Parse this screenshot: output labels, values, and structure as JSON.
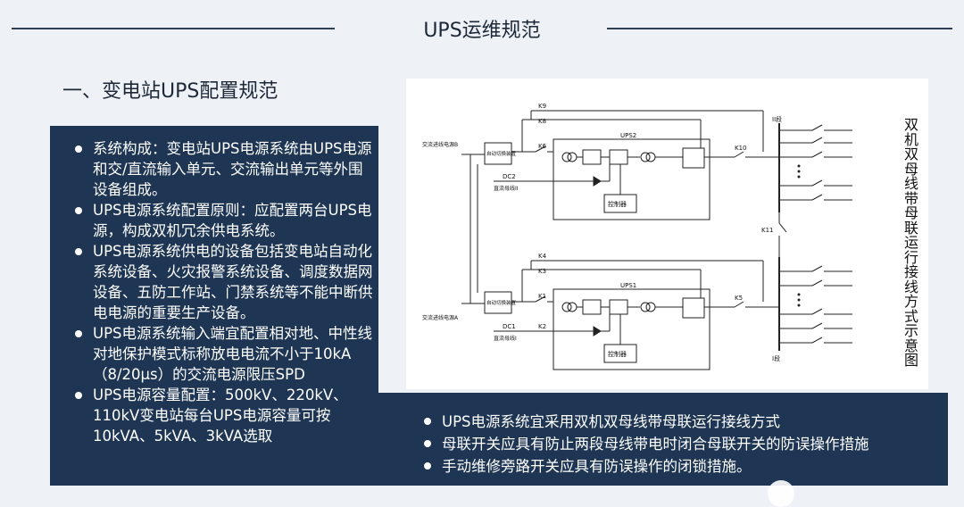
{
  "header": {
    "title": "UPS运维规范"
  },
  "section": {
    "heading": "一、变电站UPS配置规范"
  },
  "left_bullets": [
    {
      "text": "系统构成：变电站UPS电源系统由UPS电源和交/直流输入单元、交流输出单元等外围设备组成。"
    },
    {
      "text": "UPS电源系统配置原则：应配置两台UPS电源，构成双机冗余供电系统。"
    },
    {
      "text": "UPS电源系统供电的设备包括变电站自动化系统设备、火灾报警系统设备、调度数据网设备、五防工作站、门禁系统等不能中断供电电源的重要生产设备。"
    },
    {
      "text": "UPS电源系统输入端宜配置相对地、中性线对地保护模式标称放电电流不小于10kA（8/20μs）的交流电源限压SPD"
    },
    {
      "text": "UPS电源容量配置：500kV、220kV、110kV变电站每台UPS电源容量可按10kVA、5kVA、3kVA选取"
    }
  ],
  "bottom_bullets": [
    {
      "text": "UPS电源系统宜采用双机双母线带母联运行接线方式"
    },
    {
      "text": "母联开关应具有防止两段母线带电时闭合母联开关的防误操作措施"
    },
    {
      "text": "手动维修旁路开关应具有防误操作的闭锁措施。"
    }
  ],
  "diagram": {
    "caption": "双机双母线带母联运行接线方式示意图",
    "labels": {
      "k9": "K9",
      "k8": "K8",
      "k6": "K6",
      "k10": "K10",
      "k4": "K4",
      "k3": "K3",
      "k1": "K1",
      "k2": "K2",
      "k5": "K5",
      "k11": "K11",
      "ups2": "UPS2",
      "ups1": "UPS1",
      "dc2": "DC2",
      "dc1": "DC1",
      "controller_top": "控制器",
      "controller_bottom": "控制器",
      "auto_top": "自动切换装置",
      "auto_bottom": "自动切换装置",
      "ac_in_top": "交流进线电源B",
      "ac_in_bottom": "交流进线电源A",
      "dc_src_top": "直流母线II",
      "dc_src_bottom": "直流母线I",
      "bus_top": "II段",
      "bus_bottom": "I段"
    }
  }
}
